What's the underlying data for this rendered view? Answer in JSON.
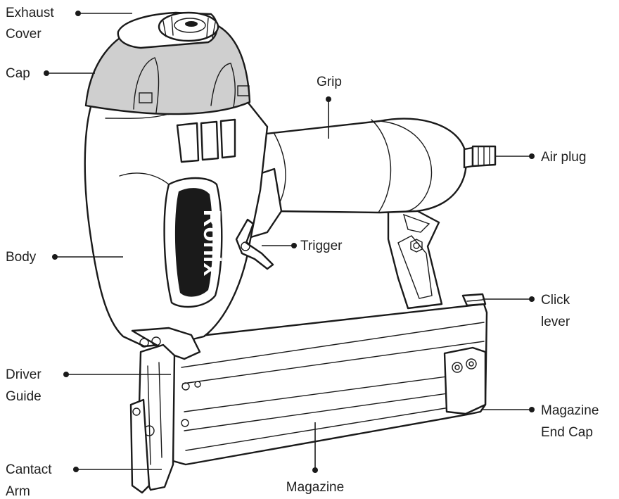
{
  "labels": {
    "exhaust_cover": [
      "Exhaust",
      "Cover"
    ],
    "cap": "Cap",
    "grip": "Grip",
    "air_plug": "Air plug",
    "body": "Body",
    "trigger": "Trigger",
    "click_lever": [
      "Click",
      "lever"
    ],
    "driver_guide": [
      "Driver",
      "Guide"
    ],
    "magazine_end_cap": [
      "Magazine",
      "End Cap"
    ],
    "cantact_arm": [
      "Cantact",
      "Arm"
    ],
    "magazine": "Magazine"
  },
  "brand": {
    "logo_text": "Ronix"
  },
  "colors": {
    "cap_fill": "#cfcfcf",
    "outline": "#1a1a1a",
    "body_fill": "#ffffff",
    "logo_panel": "#1a1a1a"
  }
}
